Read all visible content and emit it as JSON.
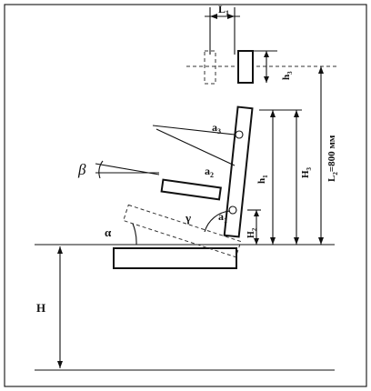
{
  "diagram": {
    "labels": {
      "L1": "L",
      "L1_sub": "1",
      "h3": "h",
      "h3_sub": "3",
      "L2": "L",
      "L2_sub": "2",
      "L2_value": "=800 мм",
      "H3": "H",
      "H3_sub": "3",
      "h1": "h",
      "h1_sub": "1",
      "H2": "H",
      "H2_sub": "2",
      "a1": "a",
      "a1_sub": "1",
      "a2": "a",
      "a2_sub": "2",
      "a3": "a",
      "a3_sub": "3",
      "alpha": "α",
      "gamma": "γ",
      "beta": "β",
      "H": "H"
    }
  }
}
